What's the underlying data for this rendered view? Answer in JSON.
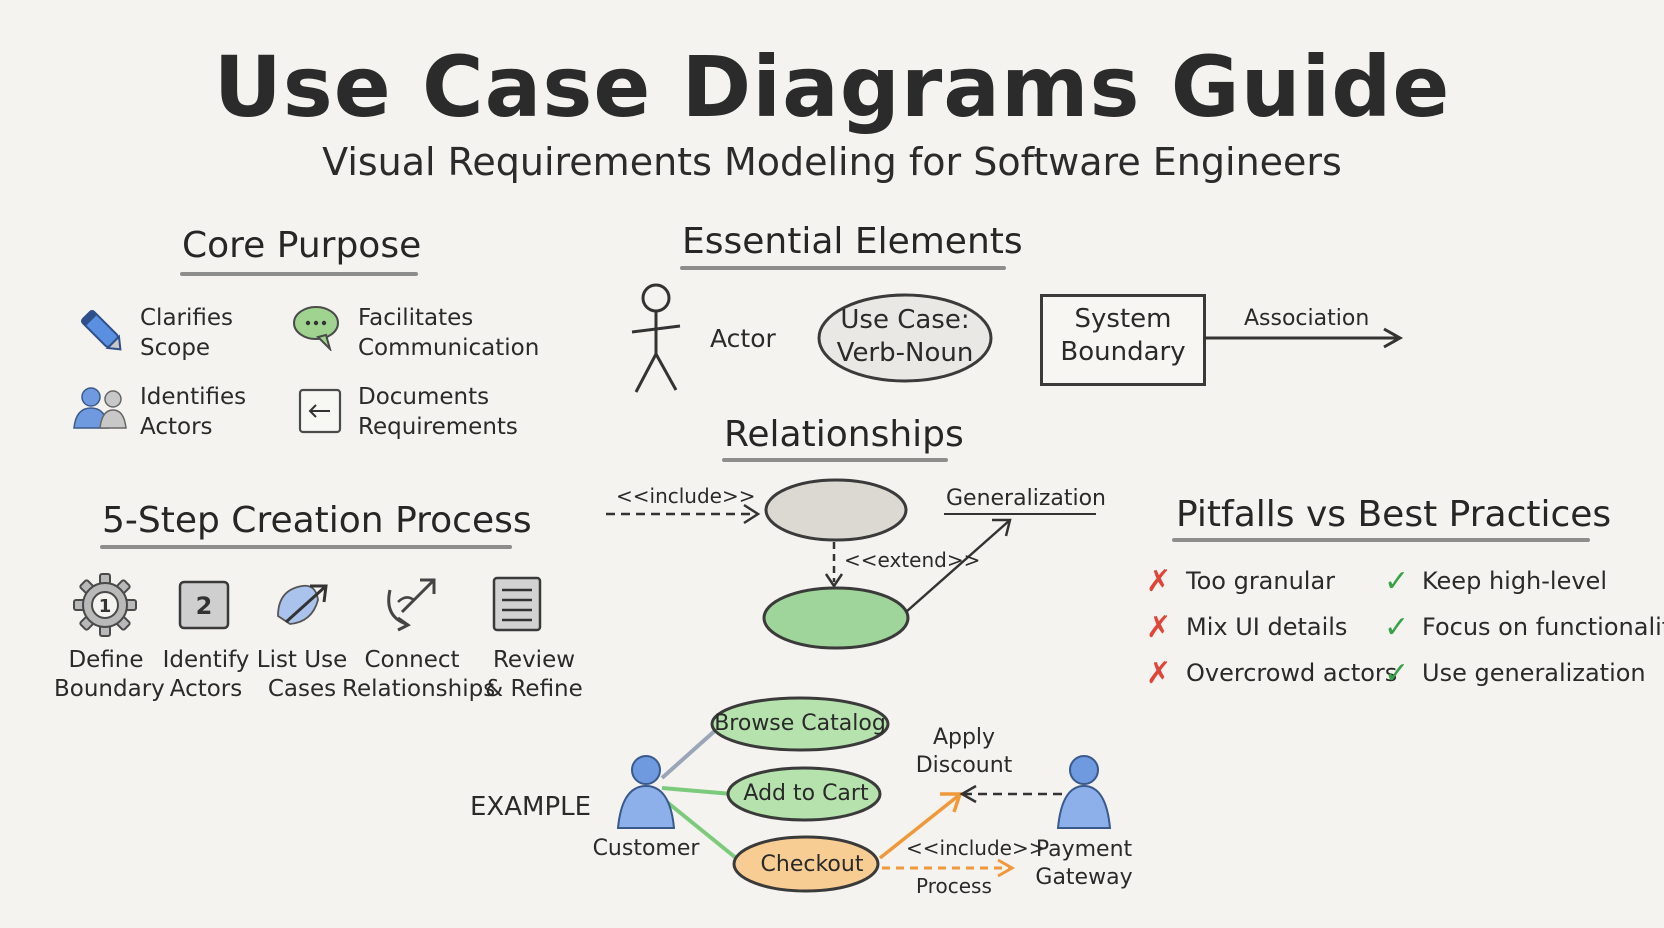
{
  "header": {
    "title": "Use Case Diagrams Guide",
    "subtitle": "Visual Requirements Modeling for Software Engineers"
  },
  "core_purpose": {
    "heading": "Core Purpose",
    "items": [
      {
        "icon": "pencil-icon",
        "line1": "Clarifies",
        "line2": "Scope"
      },
      {
        "icon": "chat-bubble-icon",
        "line1": "Facilitates",
        "line2": "Communication"
      },
      {
        "icon": "users-icon",
        "line1": "Identifies",
        "line2": "Actors"
      },
      {
        "icon": "document-icon",
        "line1": "Documents",
        "line2": "Requirements"
      }
    ]
  },
  "essential_elements": {
    "heading": "Essential Elements",
    "actor_label": "Actor",
    "use_case_line1": "Use Case:",
    "use_case_line2": "Verb-Noun",
    "system_line1": "System",
    "system_line2": "Boundary",
    "association_label": "Association"
  },
  "relationships": {
    "heading": "Relationships",
    "include_label": "<<include>>",
    "extend_label": "<<extend>>",
    "generalization_label": "Generalization"
  },
  "process": {
    "heading": "5-Step Creation Process",
    "steps": [
      {
        "icon": "gear-icon",
        "badge": "1",
        "line1": "Define",
        "line2": "Boundary"
      },
      {
        "icon": "number-box-icon",
        "badge": "2",
        "line1": "Identify",
        "line2": "Actors"
      },
      {
        "icon": "arrow-icon",
        "line1": "List Use",
        "line2": "Cases"
      },
      {
        "icon": "connect-arrows-icon",
        "line1": "Connect",
        "line2": "Relationships"
      },
      {
        "icon": "list-document-icon",
        "line1": "Review",
        "line2": "& Refine"
      }
    ]
  },
  "pitfalls": {
    "heading": "Pitfalls vs Best Practices",
    "colors": {
      "bad": "#e0453a",
      "good": "#3aa14a"
    },
    "bad": [
      "Too granular",
      "Mix UI details",
      "Overcrowd actors"
    ],
    "good": [
      "Keep high-level",
      "Focus on functionality",
      "Use generalization"
    ]
  },
  "example": {
    "label": "EXAMPLE",
    "customer": "Customer",
    "gateway_line1": "Payment",
    "gateway_line2": "Gateway",
    "browse": "Browse Catalog",
    "add_cart": "Add to Cart",
    "checkout": "Checkout",
    "discount_line1": "Apply",
    "discount_line2": "Discount",
    "include_label": "<<include>>",
    "process_label": "Process"
  }
}
